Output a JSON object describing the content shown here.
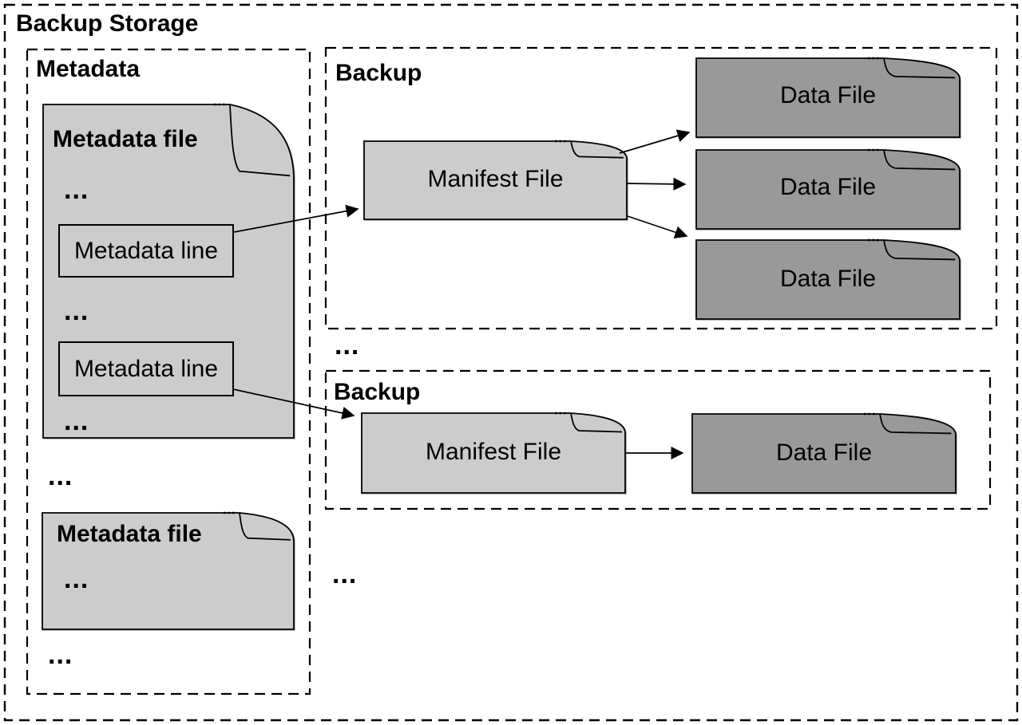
{
  "colors": {
    "doc_light": "#cccccc",
    "doc_dark": "#999999",
    "outline": "#000000",
    "background": "#ffffff"
  },
  "backup_storage": {
    "label": "Backup Storage"
  },
  "metadata": {
    "label": "Metadata",
    "file1": {
      "title": "Metadata file",
      "ellipsis_top": "...",
      "line1": "Metadata line",
      "ellipsis_mid": "...",
      "line2": "Metadata line",
      "ellipsis_bottom": "..."
    },
    "ellipsis_between_files": "...",
    "file2": {
      "title": "Metadata file",
      "ellipsis": "..."
    },
    "ellipsis_end": "..."
  },
  "backups": {
    "backup1": {
      "label": "Backup",
      "manifest": "Manifest File",
      "data_file1": "Data File",
      "data_file2": "Data File",
      "data_file3": "Data File"
    },
    "ellipsis_between": "...",
    "backup2": {
      "label": "Backup",
      "manifest": "Manifest File",
      "data_file": "Data File"
    },
    "ellipsis_end": "..."
  }
}
